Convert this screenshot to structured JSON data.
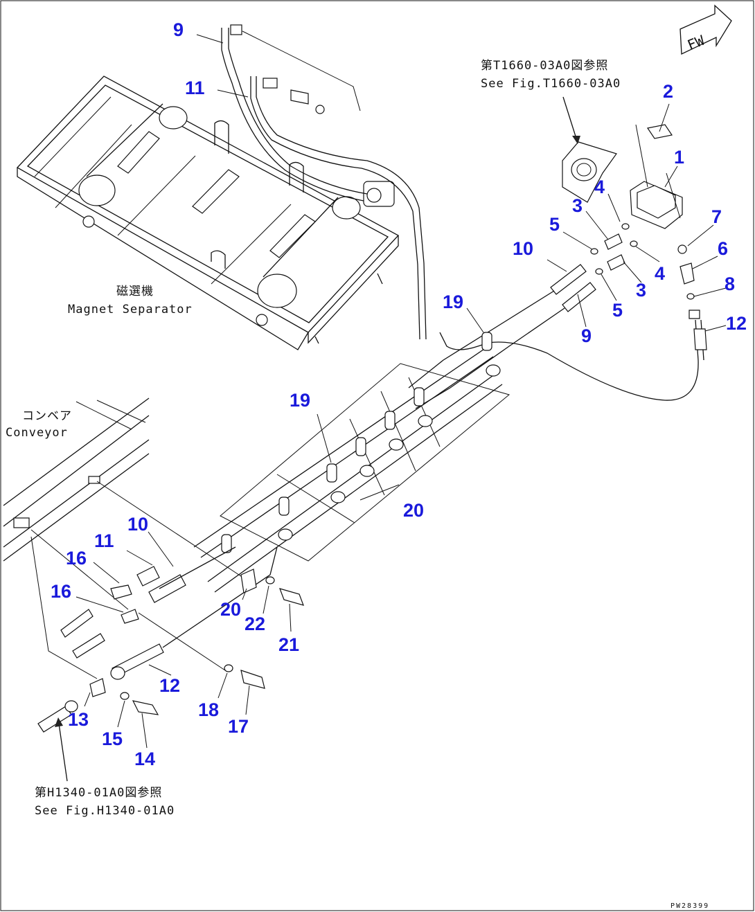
{
  "fw_label": "FW",
  "references": {
    "top_jp": "第T1660-03A0図参照",
    "top_en": "See Fig.T1660-03A0",
    "bottom_jp": "第H1340-01A0図参照",
    "bottom_en": "See Fig.H1340-01A0"
  },
  "components": {
    "separator_jp": "磁選機",
    "separator_en": "Magnet Separator",
    "conveyor_jp": "コンベア",
    "conveyor_en": "Conveyor"
  },
  "callouts": [
    "9",
    "11",
    "2",
    "1",
    "4",
    "3",
    "7",
    "5",
    "10",
    "6",
    "3",
    "4",
    "8",
    "5",
    "12",
    "9",
    "19",
    "19",
    "20",
    "10",
    "11",
    "16",
    "16",
    "20",
    "22",
    "21",
    "12",
    "18",
    "17",
    "13",
    "15",
    "14"
  ],
  "drawing_code": "PW28399"
}
